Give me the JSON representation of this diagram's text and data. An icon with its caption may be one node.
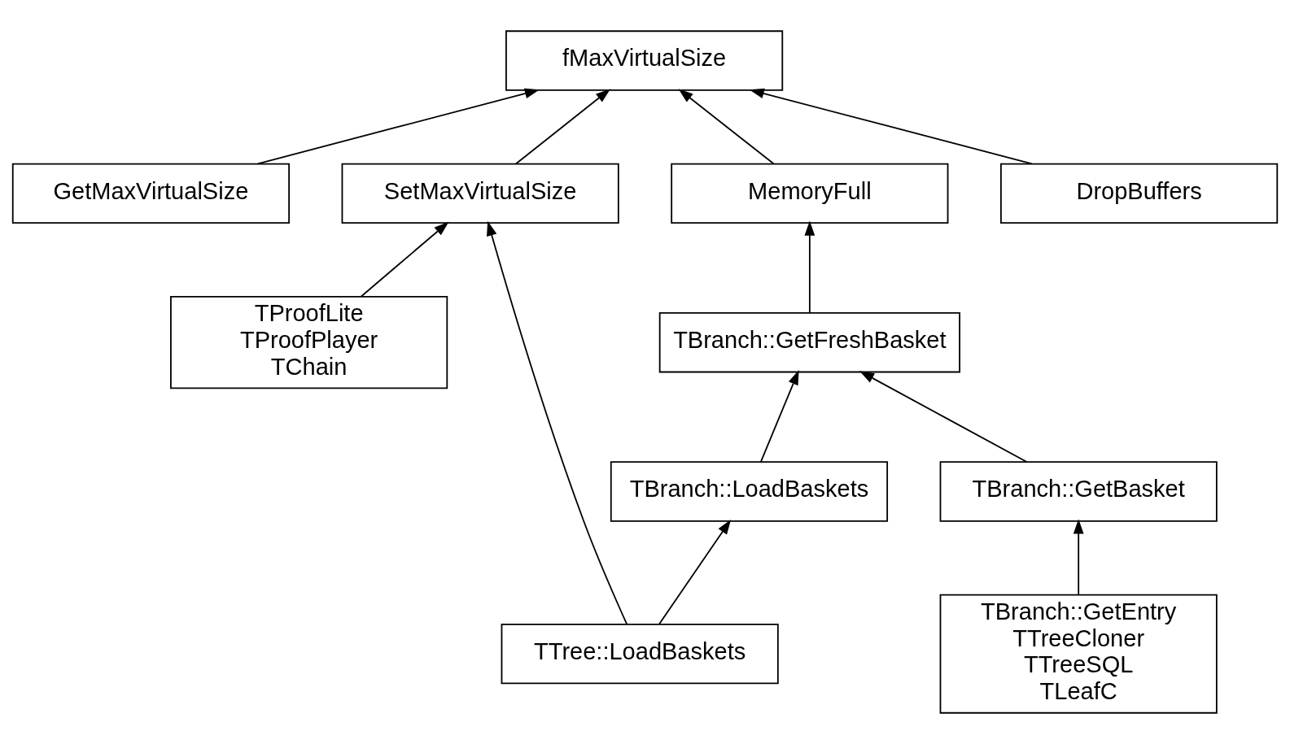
{
  "diagram": {
    "nodes": [
      {
        "text": [
          "fMaxVirtualSize"
        ]
      },
      {
        "text": [
          "GetMaxVirtualSize"
        ]
      },
      {
        "text": [
          "SetMaxVirtualSize"
        ]
      },
      {
        "text": [
          "DropBuffers"
        ]
      },
      {
        "text": [
          "MemoryFull"
        ]
      },
      {
        "text": [
          "TProofLite",
          "TProofPlayer",
          "TChain"
        ]
      },
      {
        "text": [
          "TBranch::GetFreshBasket"
        ]
      },
      {
        "text": [
          "TBranch::LoadBaskets"
        ]
      },
      {
        "text": [
          "TBranch::GetBasket"
        ]
      },
      {
        "text": [
          "TTree::LoadBaskets"
        ]
      },
      {
        "text": [
          "TBranch::GetEntry",
          "TTreeCloner",
          "TTreeSQL",
          "TLeafC"
        ]
      }
    ],
    "edges": [
      {
        "from": 1,
        "to": 0,
        "arrow": "to"
      },
      {
        "from": 2,
        "to": 0,
        "arrow": "to"
      },
      {
        "from": 3,
        "to": 0,
        "arrow": "to"
      },
      {
        "from": 4,
        "to": 0,
        "arrow": "to"
      },
      {
        "from": 5,
        "to": 2,
        "arrow": "to"
      },
      {
        "from": 9,
        "to": 2,
        "arrow": "to"
      },
      {
        "from": 6,
        "to": 4,
        "arrow": "to"
      },
      {
        "from": 7,
        "to": 6,
        "arrow": "to"
      },
      {
        "from": 8,
        "to": 6,
        "arrow": "to"
      },
      {
        "from": 9,
        "to": 7,
        "arrow": "to"
      },
      {
        "from": 10,
        "to": 8,
        "arrow": "to"
      }
    ]
  }
}
